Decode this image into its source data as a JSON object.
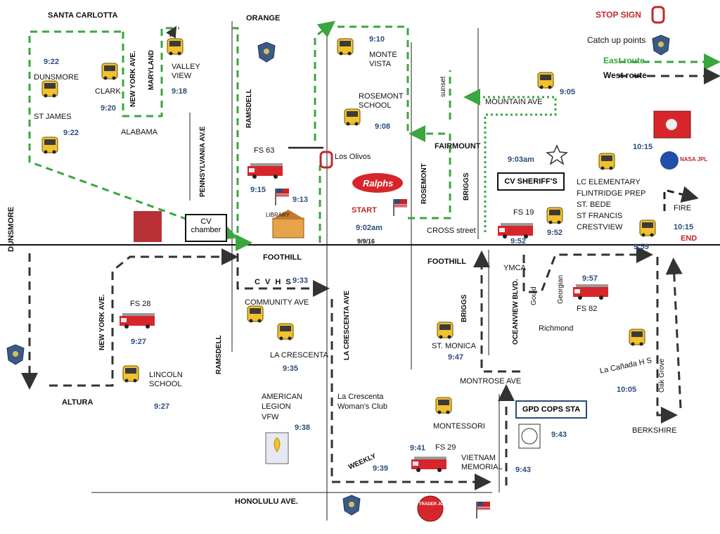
{
  "legend": {
    "stop_sign": "STOP SIGN",
    "catch_up": "Catch up points",
    "east_route": "East route",
    "west_route": "West route"
  },
  "streets": {
    "santa_carlotta": "SANTA CARLOTTA",
    "orange": "ORANGE",
    "dunsmore_street": "DUNSMORE",
    "dunsmore_stop": "DUNSMORE",
    "st_james": "ST JAMES",
    "clark": "CLARK",
    "new_york_top": "NEW YORK AVE.",
    "maryland": "MARYLAND",
    "alabama": "ALABAMA",
    "pennsylvania": "PENNSYLVANIA AV.E",
    "ramsdell_top": "RAMSDELL",
    "ramsdell_bottom": "RAMSDELL",
    "foothill_left": "FOOTHILL",
    "foothill_right": "FOOTHILL",
    "la_crescenta_ave": "LA CRESCENTA AVE",
    "rosemont": "ROSEMONT",
    "briggs_top": "BRIGGS",
    "briggs_bottom": "BRIGGS",
    "fairmount": "FAIRMOUNT",
    "sunset": "sunset",
    "mountain_ave": "MOUNTAIN AVE",
    "cross_street": "CROSS street",
    "los_olivos": "Los Olivos",
    "new_york_bottom": "NEW YORK AVE.",
    "altura": "ALTURA",
    "community_ave": "COMMUNITY AVE",
    "oceanview": "OCEANVIEW BLVD.",
    "montrose_ave": "MONTROSE AVE",
    "gould": "Gould",
    "georgian": "Georgian",
    "richmond": "Richmond",
    "oak_grove": "Oak Grove",
    "berkshire": "BERKSHIRE",
    "honolulu": "HONOLULU AVE."
  },
  "stops": {
    "valley_view": "VALLEY\nVIEW",
    "monte_vista": "MONTE\nVISTA",
    "rosemont_school": "ROSEMONT\nSCHOOL",
    "fs63": "FS 63",
    "library": "LIBRARY",
    "start": "START",
    "date": "9/9/16",
    "cv_chamber": "CV\nchamber",
    "cv_sheriffs": "CV SHERIFF'S",
    "fs19": "FS 19",
    "schools": "LC ELEMENTARY\nFLINTRIDGE PREP\nST. BEDE\nST FRANCIS\nCRESTVIEW",
    "fire": "FIRE",
    "end": "END",
    "ymca": "YMCA",
    "fs82": "FS 82",
    "la_canada_hs": "La Cañada H S",
    "fs28": "FS 28",
    "lincoln_school": "LINCOLN\nSCHOOL",
    "cvhs": "C V H S",
    "la_crescenta": "LA CRESCENTA",
    "american_legion": "AMERICAN\nLEGION\nVFW",
    "womans_club": "La Crescenta\nWoman's Club",
    "st_monica": "ST. MONICA",
    "montessori": "MONTESSORI",
    "fs29": "FS 29",
    "vietnam": "VIETNAM\nMEMORIAL",
    "gpd_cops": "GPD COPS STA",
    "weekly": "WEEKLY",
    "ralphs": "Ralphs",
    "trader_joes": "TRADER JOE'S",
    "nasa": "NASA JPL"
  },
  "times": {
    "t_922a": "9:22",
    "t_920": "9:20",
    "t_922b": "9:22",
    "t_918": "9:18",
    "t_910": "9:10",
    "t_908": "9:08",
    "t_915": "9:15",
    "t_913": "9:13",
    "t_902": "9:02am",
    "t_905": "9:05",
    "t_903": "9:03am",
    "t_1015a": "10:15",
    "t_952a": "9:52",
    "t_952b": "9:52",
    "t_959": "9:59",
    "t_1015b": "10:15",
    "t_957": "9:57",
    "t_1005": "10:05",
    "t_927a": "9:27",
    "t_927b": "9:27",
    "t_933": "9:33",
    "t_935": "9:35",
    "t_938": "9:38",
    "t_947": "9:47",
    "t_941": "9:41",
    "t_939": "9:39",
    "t_943a": "9:43",
    "t_943b": "9:43"
  },
  "colors": {
    "east_route": "#3aa63f",
    "west_route": "#333333",
    "stop_sign": "#c0282c",
    "time": "#2a4d7a",
    "badge": "#3c5a86",
    "bus": "#f2c12e",
    "fire_truck": "#d7262b"
  }
}
